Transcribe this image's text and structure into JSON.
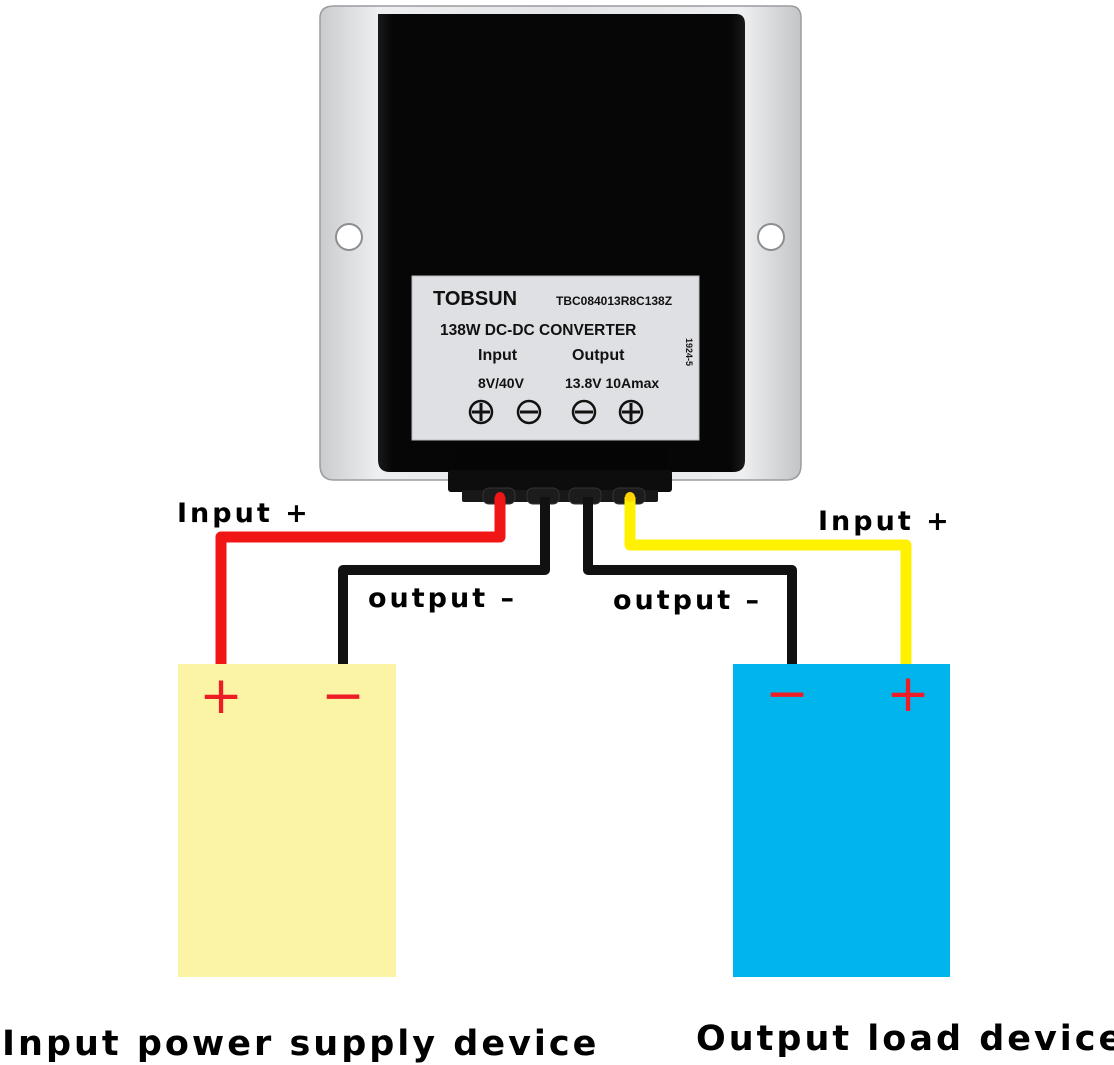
{
  "converter": {
    "brand": "TOBSUN",
    "model": "TBC084013R8C138Z",
    "description": "138W DC-DC CONVERTER",
    "input_heading": "Input",
    "output_heading": "Output",
    "input_spec": "8V/40V",
    "output_spec": "13.8V 10Amax",
    "batch_code": "1924-5"
  },
  "wire_labels": {
    "input_plus_left": "Input +",
    "output_minus_left": "output –",
    "output_minus_right": "output –",
    "input_plus_right": "Input +"
  },
  "terminal_symbols": {
    "plus": "+",
    "minus": "−"
  },
  "devices": {
    "supply_label": "Input power supply device",
    "load_label": "Output load device"
  },
  "colors": {
    "supply_box": "#fbf4a4",
    "load_box": "#00b5ec",
    "wire_red": "#f01616",
    "wire_black": "#111111",
    "wire_yellow": "#fff100",
    "terminal_mark": "#ee1c25",
    "housing_black": "#0b0b0b",
    "label_plate": "#dfe0e3"
  },
  "icons": {
    "plate_terminals": [
      "circle-plus-icon",
      "circle-minus-icon",
      "circle-minus-icon",
      "circle-plus-icon"
    ],
    "mount_holes": [
      "mount-hole-icon",
      "mount-hole-icon"
    ]
  }
}
